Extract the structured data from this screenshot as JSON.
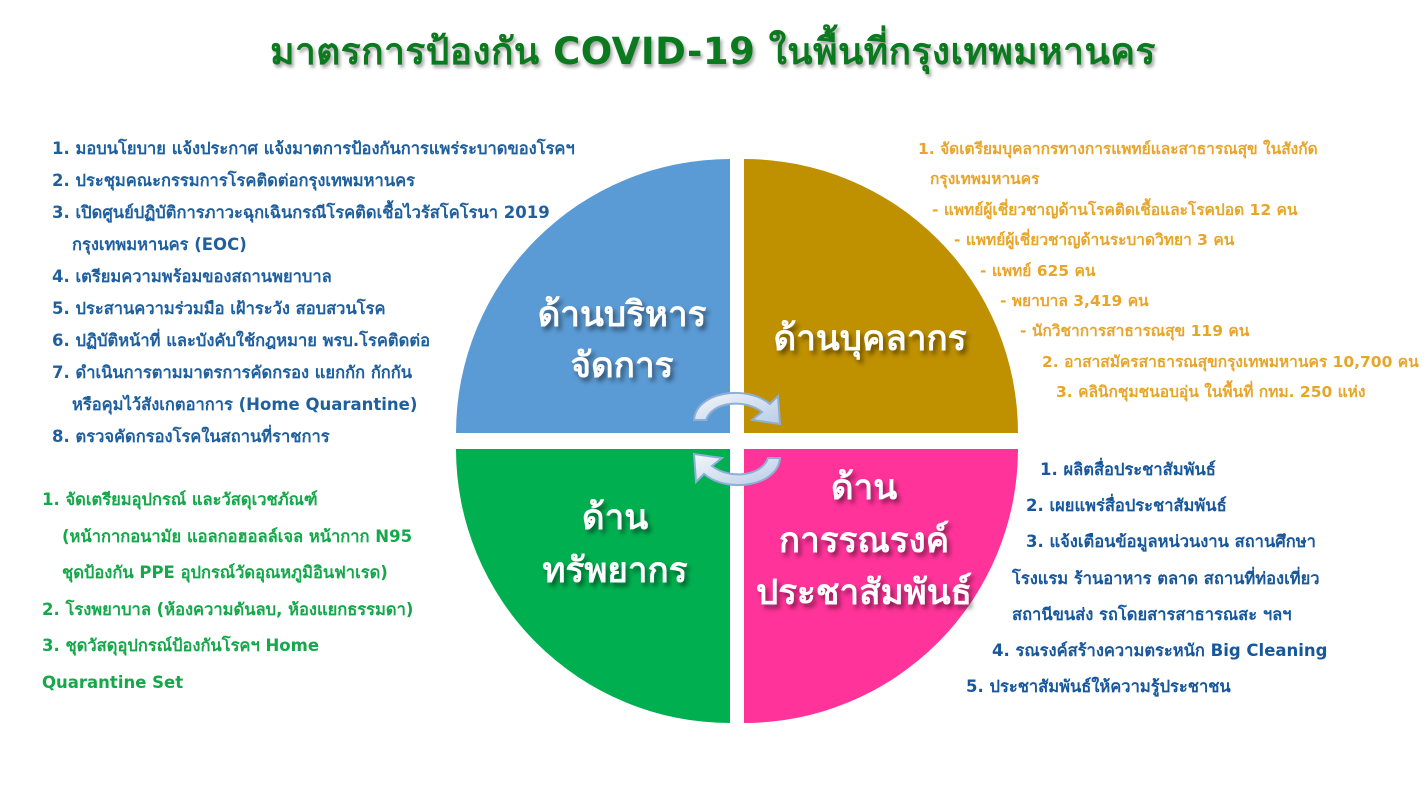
{
  "title": "มาตรการป้องกัน COVID-19 ในพื้นที่กรุงเทพมหานคร",
  "quadrants": {
    "admin": {
      "line1": "ด้านบริหาร",
      "line2": "จัดการ",
      "color": "#5b9bd5"
    },
    "personnel": {
      "line1": "ด้านบุคลากร",
      "color": "#bf9000"
    },
    "resources": {
      "line1": "ด้าน",
      "line2": "ทรัพยากร",
      "color": "#00b050"
    },
    "pr": {
      "line1": "ด้าน",
      "line2": "การรณรงค์",
      "line3": "ประชาสัมพันธ์",
      "color": "#ff3399"
    }
  },
  "admin_list": [
    "1. มอบนโยบาย แจ้งประกาศ แจ้งมาตการป้องกันการแพร่ระบาดของโรคฯ",
    "2. ประชุมคณะกรรมการโรคติดต่อกรุงเทพมหานคร",
    "3. เปิดศูนย์ปฏิบัติการภาวะฉุกเฉินกรณีโรคติดเชื้อไวรัสโคโรนา 2019",
    "กรุงเทพมหานคร (EOC)",
    "4. เตรียมความพร้อมของสถานพยาบาล",
    "5. ประสานความร่วมมือ เฝ้าระวัง สอบสวนโรค",
    "6. ปฏิบัติหน้าที่ และบังคับใช้กฎหมาย พรบ.โรคติดต่อ",
    "7. ดำเนินการตามมาตรการคัดกรอง แยกกัก กักกัน",
    "หรือคุมไว้สังเกตอาการ (Home Quarantine)",
    "8. ตรวจคัดกรองโรคในสถานที่ราชการ"
  ],
  "personnel_list": [
    "1. จัดเตรียมบุคลากรทางการแพทย์และสาธารณสุข ในสังกัด",
    "กรุงเทพมหานคร",
    "- แพทย์ผู้เชี่ยวชาญด้านโรคติดเชื้อและโรคปอด 12 คน",
    "- แพทย์ผู้เชี่ยวชาญด้านระบาดวิทยา 3 คน",
    "- แพทย์ 625 คน",
    "- พยาบาล 3,419 คน",
    "- นักวิชาการสาธารณสุข 119 คน",
    "2. อาสาสมัครสาธารณสุขกรุงเทพมหานคร 10,700 คน",
    "3. คลินิกชุมชนอบอุ่น ในพื้นที่ กทม. 250 แห่ง"
  ],
  "resources_list": [
    "1. จัดเตรียมอุปกรณ์ และวัสดุเวชภัณฑ์",
    "(หน้ากากอนามัย แอลกอฮอลล์เจล หน้ากาก N95",
    "ชุดป้องกัน PPE อุปกรณ์วัดอุณหภูมิอินฟาเรด)",
    "2. โรงพยาบาล (ห้องความดันลบ, ห้องแยกธรรมดา)",
    "3. ชุดวัสดุอุปกรณ์ป้องกันโรคฯ Home",
    "Quarantine Set"
  ],
  "pr_list": [
    "1. ผลิตสื่อประชาสัมพันธ์",
    "2. เผยแพร่สื่อประชาสัมพันธ์",
    "3. แจ้งเตือนข้อมูลหน่วนงาน สถานศึกษา",
    "โรงแรม ร้านอาหาร ตลาด สถานที่ท่องเที่ยว",
    "สถานีขนส่ง รถโดยสารสาธารณสะ ฯลฯ",
    "4. รณรงค์สร้างความตระหนัก Big Cleaning",
    "5. ประชาสัมพันธ์ให้ความรู้ประชาชน"
  ]
}
